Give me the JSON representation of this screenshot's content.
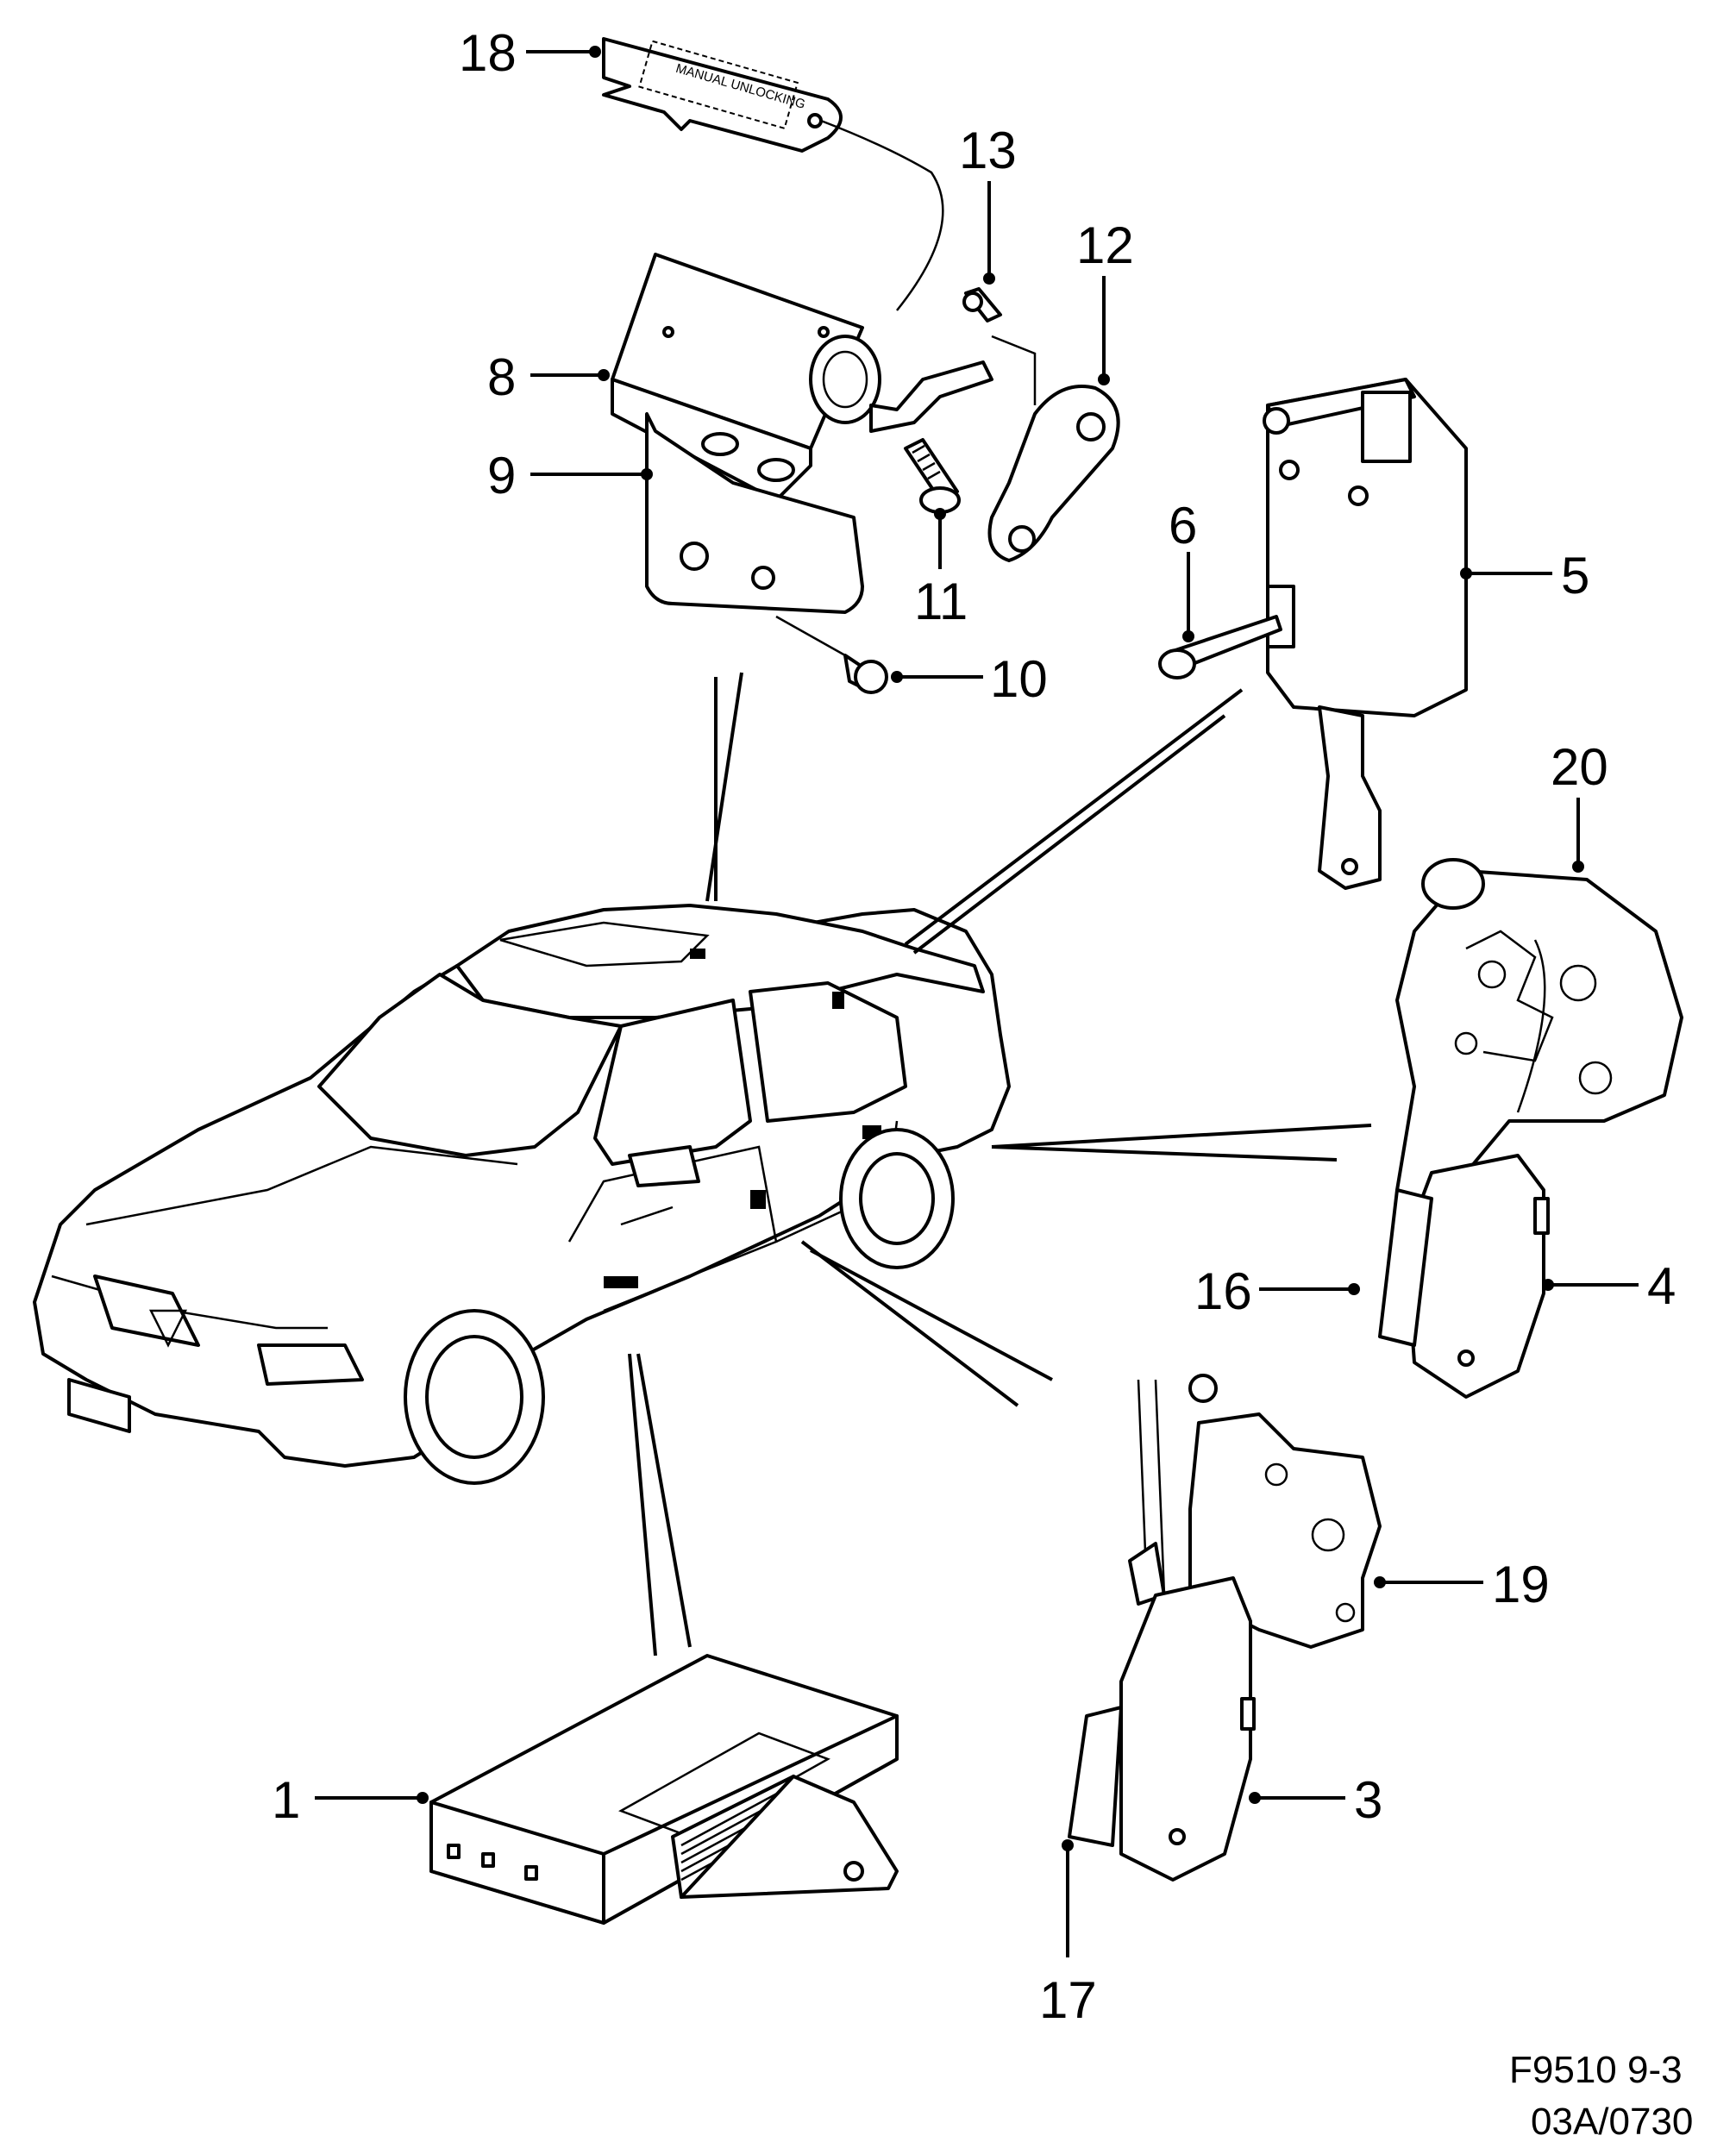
{
  "callouts": [
    {
      "id": "1",
      "label": "1"
    },
    {
      "id": "3",
      "label": "3"
    },
    {
      "id": "4",
      "label": "4"
    },
    {
      "id": "5",
      "label": "5"
    },
    {
      "id": "6",
      "label": "6"
    },
    {
      "id": "8",
      "label": "8"
    },
    {
      "id": "9",
      "label": "9"
    },
    {
      "id": "10",
      "label": "10"
    },
    {
      "id": "11",
      "label": "11"
    },
    {
      "id": "12",
      "label": "12"
    },
    {
      "id": "13",
      "label": "13"
    },
    {
      "id": "16",
      "label": "16"
    },
    {
      "id": "17",
      "label": "17"
    },
    {
      "id": "18",
      "label": "18"
    },
    {
      "id": "19",
      "label": "19"
    },
    {
      "id": "20",
      "label": "20"
    }
  ],
  "tag_text": "MANUAL UNLOCKING",
  "footer": {
    "line1": "F9510 9-3",
    "line2": "03A/0730"
  }
}
